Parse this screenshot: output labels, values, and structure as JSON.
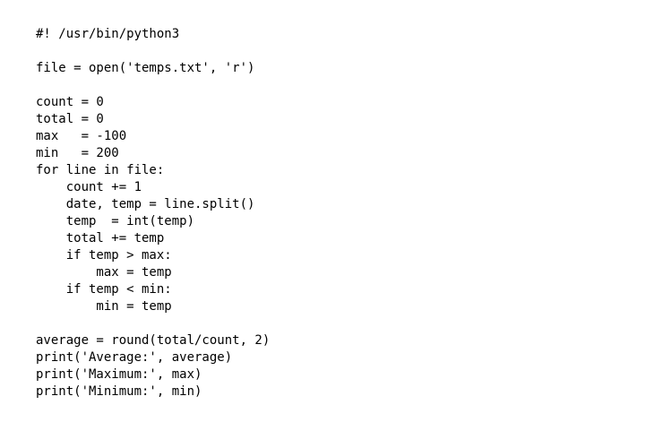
{
  "code": {
    "lines": [
      "#! /usr/bin/python3",
      "",
      "file = open('temps.txt', 'r')",
      "",
      "count = 0",
      "total = 0",
      "max   = -100",
      "min   = 200",
      "for line in file:",
      "    count += 1",
      "    date, temp = line.split()",
      "    temp  = int(temp)",
      "    total += temp",
      "    if temp > max:",
      "        max = temp",
      "    if temp < min:",
      "        min = temp",
      "",
      "average = round(total/count, 2)",
      "print('Average:', average)",
      "print('Maximum:', max)",
      "print('Minimum:', min)"
    ]
  }
}
